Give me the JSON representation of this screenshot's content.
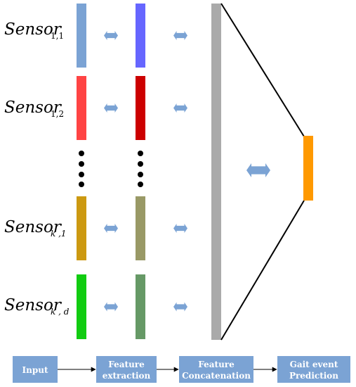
{
  "sensors": [
    {
      "name": "Sensor",
      "sub": "1,1",
      "sub_italic": false,
      "input_color": "#7ba3d4",
      "feature_color": "#6666ff"
    },
    {
      "name": "Sensor",
      "sub": "1,2",
      "sub_italic": false,
      "input_color": "#ff4444",
      "feature_color": "#cc0000"
    },
    {
      "name": "Sensor",
      "sub": "k ,1",
      "sub_italic": true,
      "input_color": "#cc9911",
      "feature_color": "#999966"
    },
    {
      "name": "Sensor",
      "sub": "k , d",
      "sub_italic": true,
      "input_color": "#11cc11",
      "feature_color": "#669966"
    }
  ],
  "concat_bar_color": "#aaaaaa",
  "output_bar_color": "#ff9900",
  "arrow_color": "#7ba3d4",
  "pipeline": [
    {
      "line1": "Input",
      "line2": ""
    },
    {
      "line1": "Feature",
      "line2": "extraction"
    },
    {
      "line1": "Feature",
      "line2": "Concatenation"
    },
    {
      "line1": "Gait event",
      "line2": "Prediction"
    }
  ],
  "pipeline_box_color": "#7ba3d4"
}
